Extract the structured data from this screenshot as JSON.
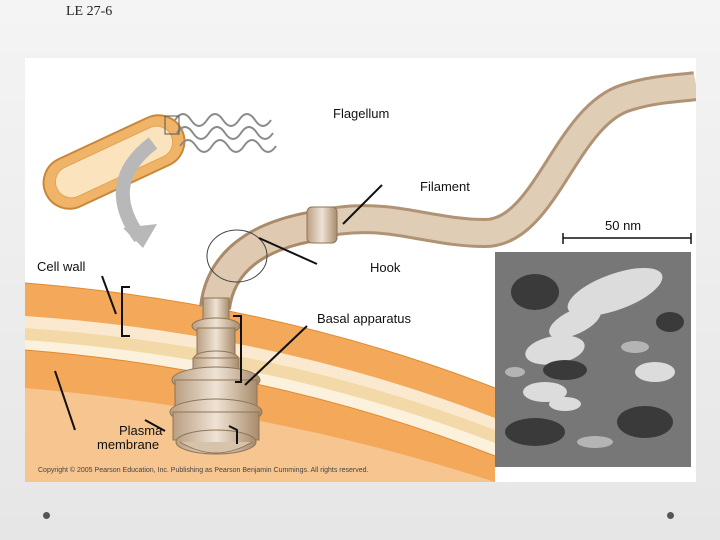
{
  "slide": {
    "title": "LE 27-6"
  },
  "labels": {
    "flagellum": "Flagellum",
    "filament": "Filament",
    "scale": "50 nm",
    "cell_wall": "Cell wall",
    "hook": "Hook",
    "basal_apparatus": "Basal apparatus",
    "plasma_membrane_line1": "Plasma",
    "plasma_membrane_line2": "membrane"
  },
  "copyright": "Copyright © 2005 Pearson Education, Inc. Publishing as Pearson Benjamin Cummings. All rights reserved.",
  "colors": {
    "wall_orange": "#f4a85a",
    "membrane_cream": "#f7e9c6",
    "flagellum_tan": "#d9c3a6",
    "cell_orange": "#f0b469",
    "arrow_gray": "#b8b8b8"
  }
}
